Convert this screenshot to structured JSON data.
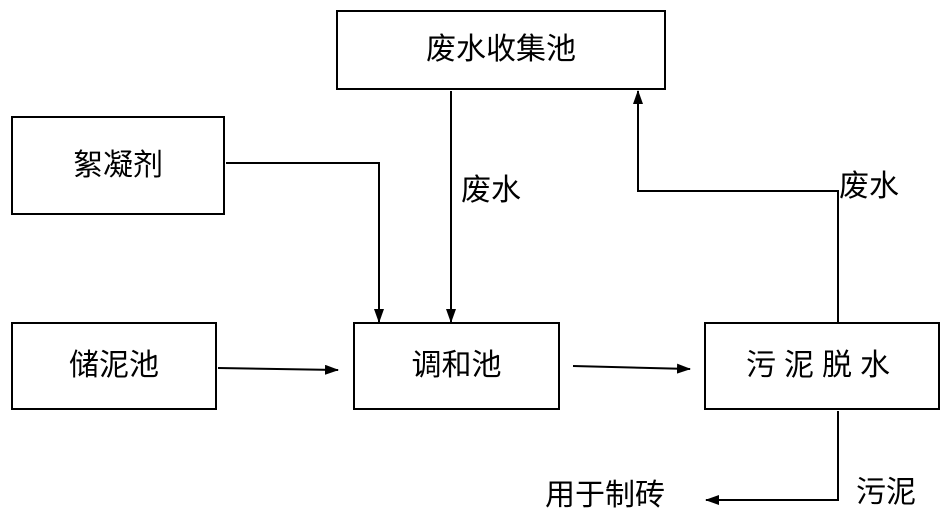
{
  "nodes": {
    "collection_pool": "废水收集池",
    "flocculant": "絮凝剂",
    "sludge_storage": "储泥池",
    "mixing_pool": "调和池",
    "dewatering": "污泥脱水"
  },
  "edge_labels": {
    "wastewater_down": "废水",
    "wastewater_up": "废水",
    "sludge_out": "污泥",
    "brick_use": "用于制砖"
  },
  "colors": {
    "stroke": "#000000",
    "background": "#ffffff"
  }
}
